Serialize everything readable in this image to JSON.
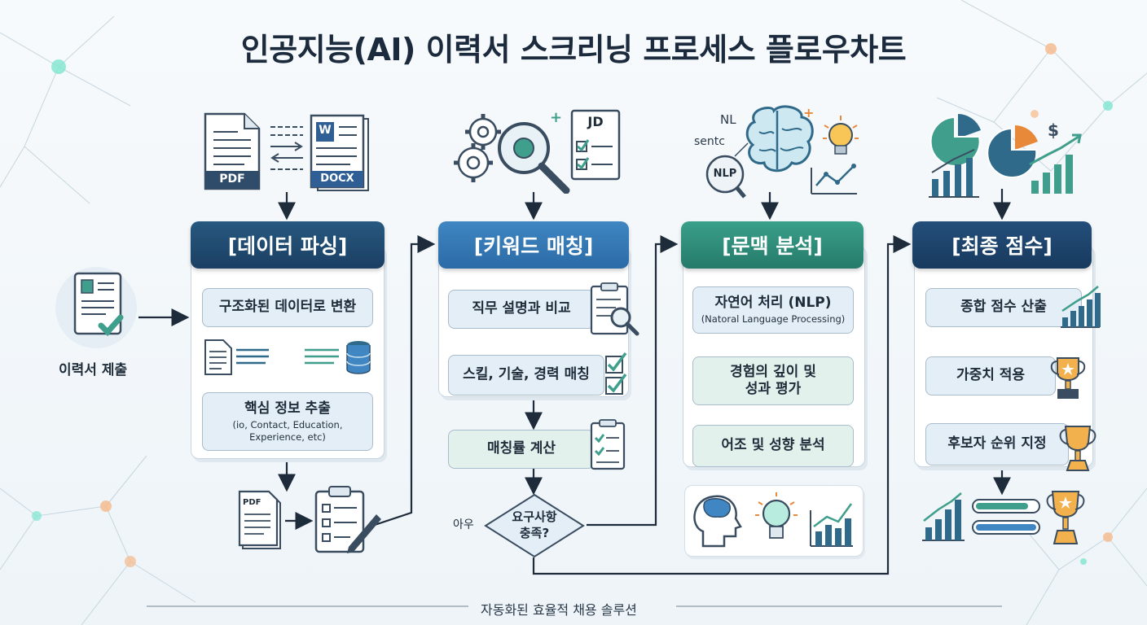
{
  "title": "인공지능(AI) 이력서 스크리닝 프로세스 플로우차트",
  "submit_label": "이력서 제출",
  "file_labels": {
    "pdf": "PDF",
    "docx": "DOCX",
    "word_icon": "W",
    "small_pdf": "PDF"
  },
  "stages": [
    {
      "header": "[데이터 파싱]",
      "steps": [
        {
          "text": "구조화된 데이터로 변환"
        },
        {
          "text": "핵심 정보 추출",
          "sub1": "(io, Contact, Education,",
          "sub2": "Experience, etc)"
        }
      ]
    },
    {
      "header": "[키워드 매칭]",
      "steps": [
        {
          "text": "직무 설명과 비교"
        },
        {
          "text": "스킬, 기술, 경력 매칭"
        },
        {
          "text": "매칭률 계산"
        }
      ],
      "decision": {
        "line1": "요구사항",
        "line2": "충족?",
        "side": "아우"
      },
      "jd_label": "JD"
    },
    {
      "header": "[문맥 분석]",
      "steps": [
        {
          "text": "자연어 처리 (NLP)",
          "sub1": "(Natoral Language Processing)"
        },
        {
          "text": "경험의 깊이 및",
          "text2": "성과 평가"
        },
        {
          "text": "어조 및 성향 분석"
        }
      ],
      "icon_labels": {
        "nl": "NL",
        "sentc": "sentc",
        "nlp": "NLP"
      }
    },
    {
      "header": "[최종 점수]",
      "steps": [
        {
          "text": "종합 점수 산출"
        },
        {
          "text": "가중치 적용"
        },
        {
          "text": "후보자 순위 지정"
        }
      ],
      "icon_labels": {
        "dollar": "$"
      }
    }
  ],
  "footer": "자동화된 효율적 채용 솔루션",
  "colors": {
    "accent_dark": "#1b3f63",
    "accent_mid": "#2b6ba6",
    "accent_teal": "#257a6a",
    "line": "#1d2b3a"
  }
}
